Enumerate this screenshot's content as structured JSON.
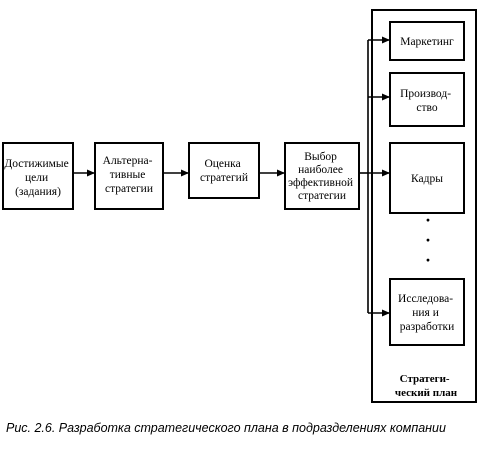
{
  "process_steps": [
    {
      "lines": [
        "Достижимые",
        "цели",
        "(задания)"
      ]
    },
    {
      "lines": [
        "Альтерна-",
        "тивные",
        "стратегии"
      ]
    },
    {
      "lines": [
        "Оценка",
        "стратегий"
      ]
    },
    {
      "lines": [
        "Выбор",
        "наиболее",
        "эффективной",
        "стратегии"
      ]
    }
  ],
  "departments": [
    {
      "lines": [
        "Маркетинг"
      ]
    },
    {
      "lines": [
        "Производ-",
        "ство"
      ]
    },
    {
      "lines": [
        "Кадры"
      ]
    },
    {
      "lines": [
        "Исследова-",
        "ния и",
        "разработки"
      ]
    }
  ],
  "ellipsis_dots": [
    "·",
    "·",
    "·"
  ],
  "plan_label": [
    "Стратеги-",
    "ческий план"
  ],
  "caption": "Рис. 2.6. Разработка стратегического плана в подразделениях компании"
}
